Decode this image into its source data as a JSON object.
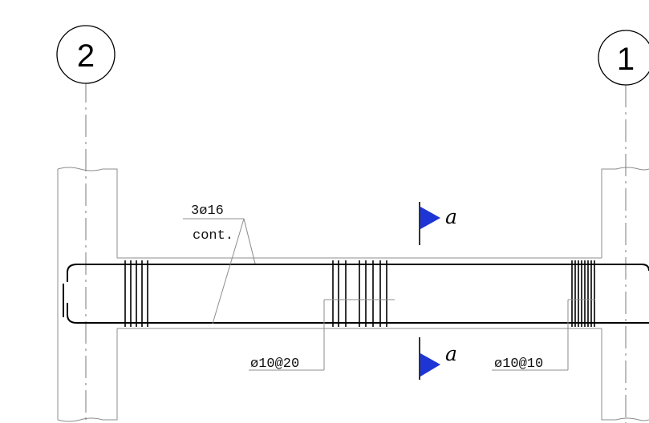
{
  "grid_axes": {
    "left": {
      "label": "2"
    },
    "right": {
      "label": "1"
    }
  },
  "rebar": {
    "longitudinal": {
      "line1": "3ø16",
      "line2": "cont."
    },
    "stirrups_center": "ø10@20",
    "stirrups_end": "ø10@10"
  },
  "section_marks": {
    "top": "a",
    "bottom": "a"
  },
  "colors": {
    "section_flag": "#1e35d6",
    "outline": "#8c8c8c",
    "rebar": "#000000"
  }
}
